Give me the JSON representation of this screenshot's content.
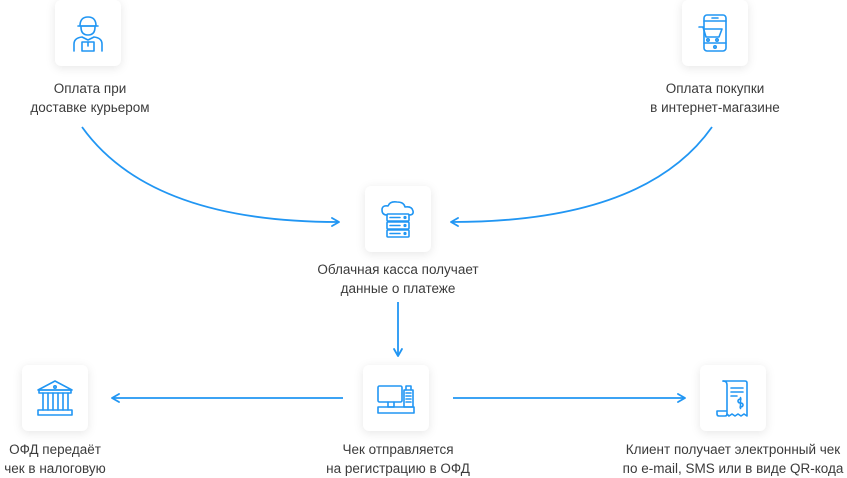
{
  "accent_color": "#2196f3",
  "nodes": {
    "courier": {
      "icon": "courier-icon",
      "line1": "Оплата при",
      "line2": "доставке курьером"
    },
    "online": {
      "icon": "phone-cart-icon",
      "line1": "Оплата покупки",
      "line2": "в интернет-магазине"
    },
    "cloud": {
      "icon": "cloud-server-icon",
      "line1": "Облачная касса получает",
      "line2": "данные о платеже"
    },
    "register": {
      "icon": "computer-register-icon",
      "line1": "Чек отправляется",
      "line2": "на регистрацию в ОФД"
    },
    "tax": {
      "icon": "bank-building-icon",
      "line1": "ОФД передаёт",
      "line2": "чек в налоговую"
    },
    "client": {
      "icon": "receipt-icon",
      "line1": "Клиент получает электронный чек",
      "line2": "по e-mail, SMS или в виде QR-кода"
    }
  }
}
